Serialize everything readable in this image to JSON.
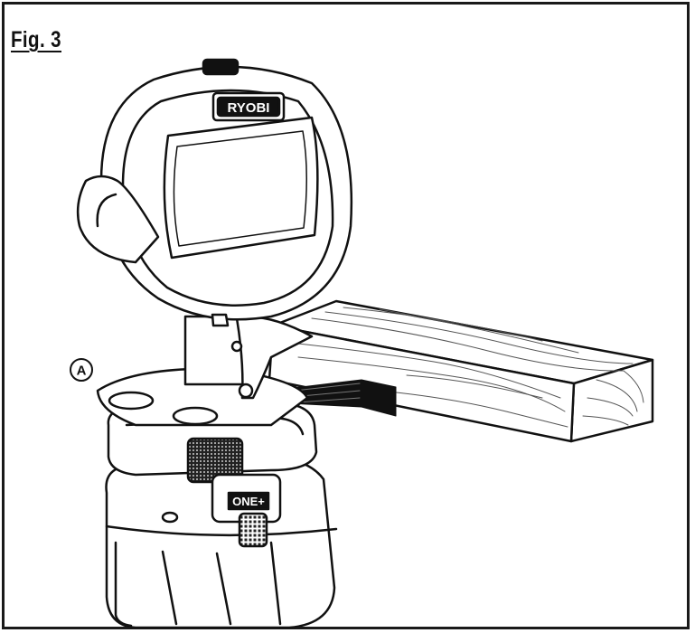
{
  "figure": {
    "label": "Fig. 3",
    "callout": "A",
    "brand_logo": "RYOBI",
    "battery_logo": "ONE+"
  }
}
